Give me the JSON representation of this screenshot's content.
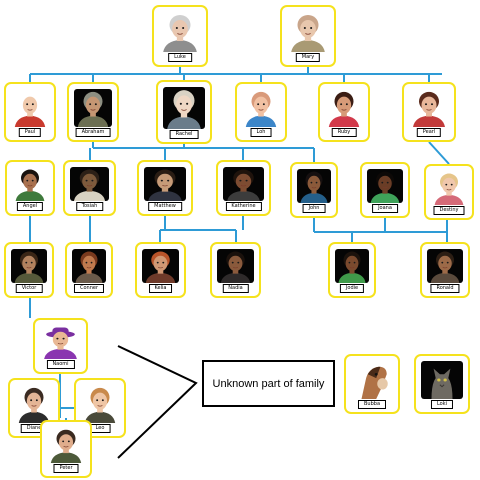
{
  "colors": {
    "line": "#2e9bd6",
    "card_border": "#f5e21d",
    "portrait_dark": "#050505",
    "bracket": "#000000"
  },
  "note": "Unknown part of family",
  "people": [
    {
      "name": "Luke",
      "bg": "light",
      "skin": "#e9c7b0",
      "hair": "#cfcfcf",
      "shirt": "#8e8e8e"
    },
    {
      "name": "Mary",
      "bg": "light",
      "skin": "#e8c7ad",
      "hair": "#c9a58a",
      "shirt": "#a99a74"
    },
    {
      "name": "Paul",
      "bg": "light",
      "skin": "#f0c9ab",
      "hair": "#ffffff",
      "shirt": "#c93a2e"
    },
    {
      "name": "Abraham",
      "bg": "dark",
      "skin": "#c59673",
      "hair": "#8d8f82",
      "shirt": "#6b6e52"
    },
    {
      "name": "Rachel",
      "bg": "dark",
      "skin": "#efd7c4",
      "hair": "#d9d2c4",
      "shirt": "#6a7c8a"
    },
    {
      "name": "Loh",
      "bg": "light",
      "skin": "#f1c1a3",
      "hair": "#d99a7a",
      "shirt": "#3c86c9"
    },
    {
      "name": "Ruby",
      "bg": "light",
      "skin": "#d79b78",
      "hair": "#3b1d14",
      "shirt": "#d23a4b"
    },
    {
      "name": "Pearl",
      "bg": "light",
      "skin": "#e8b79a",
      "hair": "#5a2b1c",
      "shirt": "#c23a3a"
    },
    {
      "name": "Angel",
      "bg": "light",
      "skin": "#a9714f",
      "hair": "#1a120e",
      "shirt": "#3f7a3c"
    },
    {
      "name": "Tosiah",
      "bg": "dark",
      "skin": "#7d5a3c",
      "hair": "#2c2017",
      "shirt": "#d8d2c2"
    },
    {
      "name": "Matthew",
      "bg": "dark",
      "skin": "#c69b78",
      "hair": "#2a1d14",
      "shirt": "#2f3340"
    },
    {
      "name": "Katherine",
      "bg": "dark",
      "skin": "#7d4c32",
      "hair": "#1f130c",
      "shirt": "#3c3c3c"
    },
    {
      "name": "John",
      "bg": "dark",
      "skin": "#8b5a3a",
      "hair": "#161010",
      "shirt": "#245f8a"
    },
    {
      "name": "Joana",
      "bg": "dark",
      "skin": "#6a3d26",
      "hair": "#0d0907",
      "shirt": "#3fa35a"
    },
    {
      "name": "Destiny",
      "bg": "light",
      "skin": "#f0c7ac",
      "hair": "#e6c58a",
      "shirt": "#d56a78"
    },
    {
      "name": "Victor",
      "bg": "dark",
      "skin": "#b2825e",
      "hair": "#3a2616",
      "shirt": "#55593a"
    },
    {
      "name": "Conner",
      "bg": "dark",
      "skin": "#c07a4e",
      "hair": "#7a3a1e",
      "shirt": "#6a5a4a"
    },
    {
      "name": "Kelia",
      "bg": "dark",
      "skin": "#d19874",
      "hair": "#b9542a",
      "shirt": "#6e3a2a"
    },
    {
      "name": "Nadia",
      "bg": "dark",
      "skin": "#8a5a3c",
      "hair": "#1a110c",
      "shirt": "#2e2a2a"
    },
    {
      "name": "Jodie",
      "bg": "dark",
      "skin": "#7a4a2e",
      "hair": "#1b120c",
      "shirt": "#3f9a4a"
    },
    {
      "name": "Ronald",
      "bg": "dark",
      "skin": "#9c6a48",
      "hair": "#2c1e14",
      "shirt": "#5a4a3c"
    },
    {
      "name": "Naomi",
      "bg": "light",
      "skin": "#e9b894",
      "hair": "#7a2fa0",
      "shirt": "#8a35b0"
    },
    {
      "name": "Diane",
      "bg": "light",
      "skin": "#e4b596",
      "hair": "#3b2b22",
      "shirt": "#2c2c2c"
    },
    {
      "name": "Leo",
      "bg": "light",
      "skin": "#efc6a6",
      "hair": "#c98a4c",
      "shirt": "#4a4a3a"
    },
    {
      "name": "Peter",
      "bg": "light",
      "skin": "#e0ad8c",
      "hair": "#3a2a20",
      "shirt": "#4d5a3a"
    },
    {
      "name": "Bubba",
      "bg": "light",
      "skin": "#b07246",
      "hair": "#4a2a18",
      "shirt": "#b07246"
    },
    {
      "name": "Loki",
      "bg": "dark",
      "skin": "#6e6a62",
      "hair": "#3a3632",
      "shirt": "#6e6a62"
    }
  ]
}
